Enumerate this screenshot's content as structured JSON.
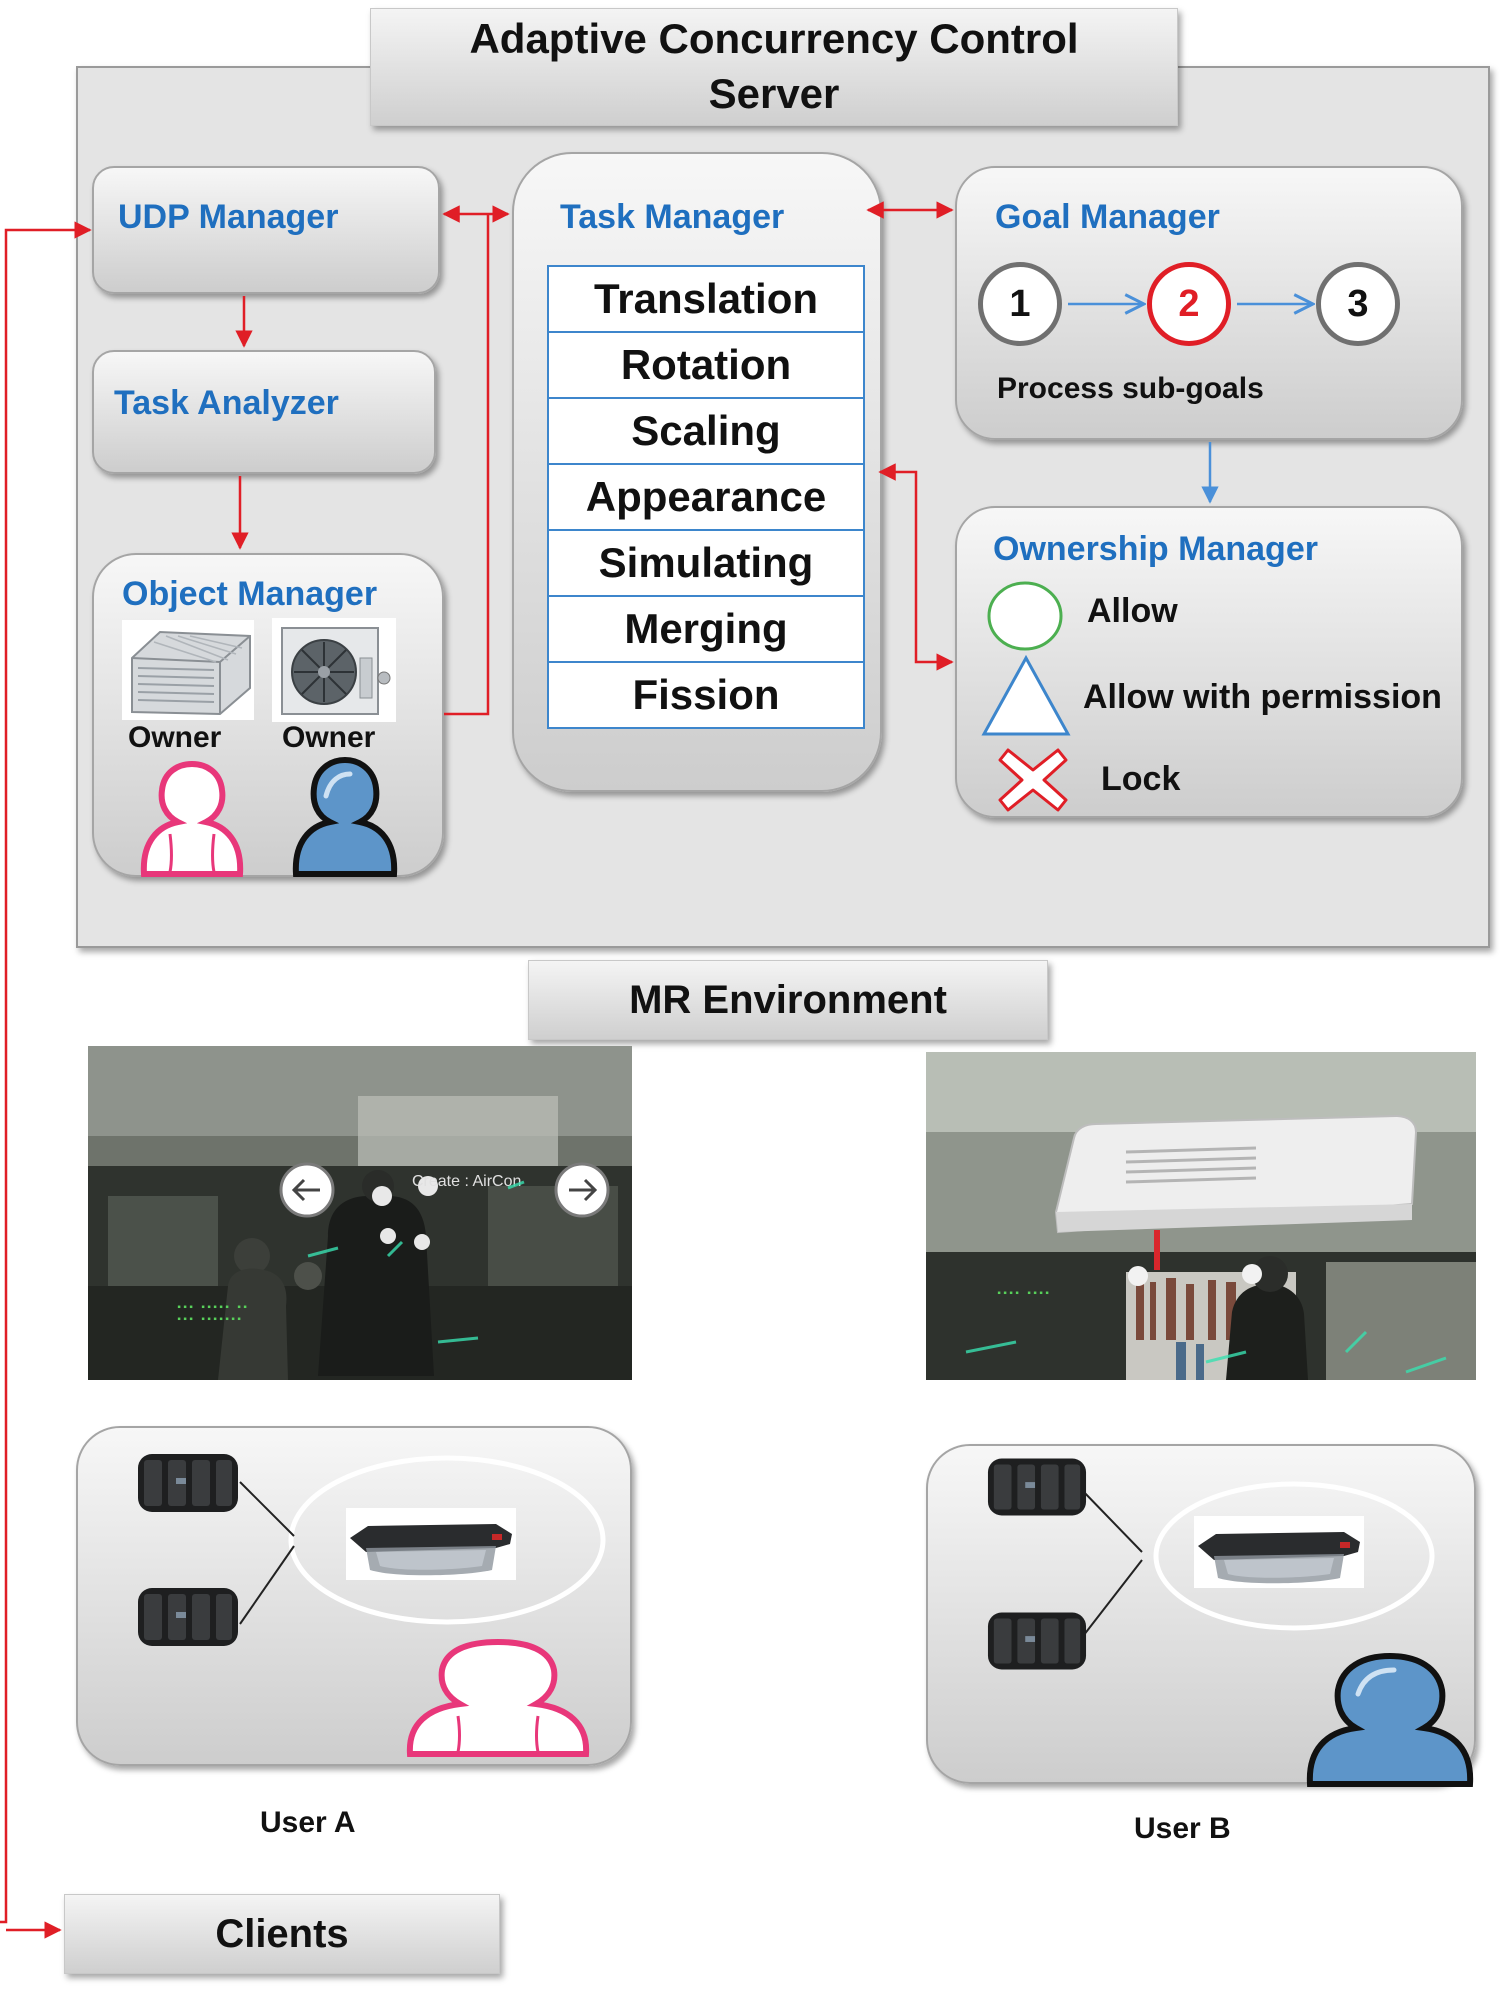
{
  "server": {
    "title": "Adaptive Concurrency Control Server",
    "udp_manager": "UDP Manager",
    "task_analyzer": "Task Analyzer",
    "object_manager": {
      "title": "Object Manager",
      "owner_left": "Owner",
      "owner_right": "Owner"
    },
    "task_manager": {
      "title": "Task Manager",
      "tasks": [
        "Translation",
        "Rotation",
        "Scaling",
        "Appearance",
        "Simulating",
        "Merging",
        "Fission"
      ]
    },
    "goal_manager": {
      "title": "Goal Manager",
      "steps": [
        "1",
        "2",
        "3"
      ],
      "active_step": "2",
      "caption": "Process sub-goals"
    },
    "ownership_manager": {
      "title": "Ownership Manager",
      "items": [
        {
          "label": "Allow",
          "icon": "green-circle-icon"
        },
        {
          "label": "Allow with permission",
          "icon": "blue-triangle-icon"
        },
        {
          "label": "Lock",
          "icon": "red-x-icon"
        }
      ]
    }
  },
  "mr": {
    "title": "MR Environment",
    "video_a_overlay": "Create : AirCon"
  },
  "clients": {
    "user_a": "User A",
    "user_b": "User B",
    "label": "Clients"
  },
  "colors": {
    "label_blue": "#1f6fbf",
    "arrow_red": "#e01e26",
    "arrow_blue": "#4a90d9",
    "user_a_pink": "#e8377a",
    "user_b_blue": "#5d95c9"
  }
}
